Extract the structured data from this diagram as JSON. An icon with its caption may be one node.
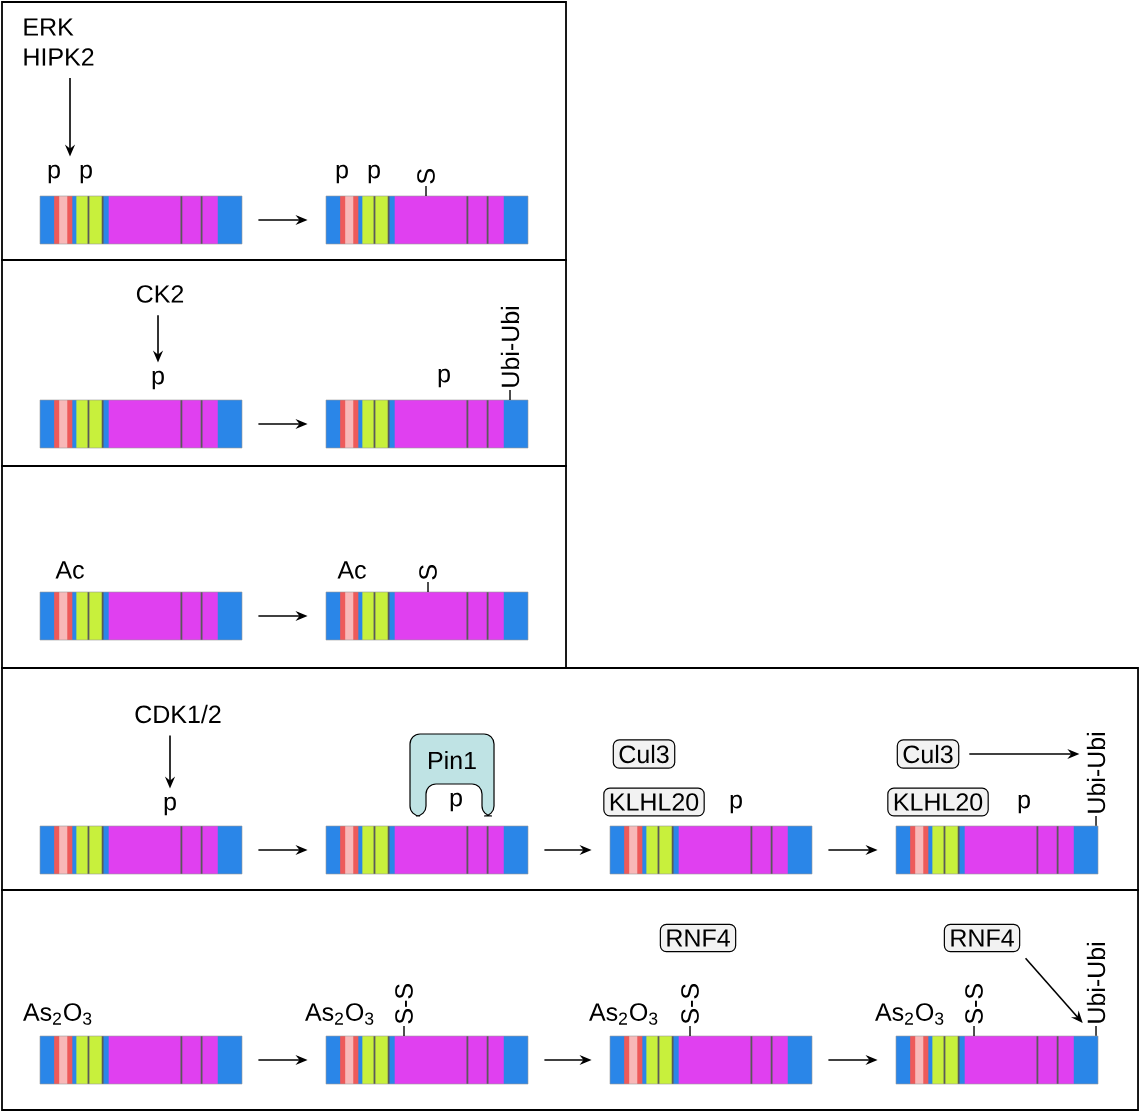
{
  "diagram": {
    "nodes": [
      {
        "text": [],
        "shape": "box"
      },
      {
        "text": [
          "ERK HIPK2"
        ],
        "in": 0
      },
      {
        "text": [
          "p",
          "p"
        ],
        "in": 0
      },
      {
        "text": [],
        "shape": "bar",
        "in": 0
      },
      {
        "text": [],
        "shape": "bar",
        "in": 0,
        "beside": [
          "p",
          "p",
          "S"
        ]
      },
      {
        "text": [],
        "shape": "box"
      },
      {
        "text": [
          "CK2"
        ],
        "in": 5
      },
      {
        "text": [
          "p"
        ],
        "in": 5
      },
      {
        "text": [],
        "shape": "bar",
        "in": 5
      },
      {
        "text": [],
        "shape": "bar",
        "in": 5,
        "beside": [
          "p",
          "Ubi-Ubi"
        ]
      },
      {
        "text": [],
        "shape": "box"
      },
      {
        "text": [],
        "shape": "bar",
        "in": 10,
        "beside": [
          "Ac"
        ]
      },
      {
        "text": [],
        "shape": "bar",
        "in": 10,
        "beside": [
          "Ac",
          "S"
        ]
      },
      {
        "text": [],
        "shape": "box"
      },
      {
        "text": [
          "CDK1/2"
        ],
        "in": 13
      },
      {
        "text": [
          "p"
        ],
        "in": 13
      },
      {
        "text": [],
        "shape": "bar",
        "in": 13
      },
      {
        "text": [
          "Pin1",
          "p"
        ],
        "in": 13
      },
      {
        "text": [],
        "shape": "bar",
        "in": 13
      },
      {
        "text": [
          "Cul3"
        ],
        "in": 13
      },
      {
        "text": [
          "KLHL20"
        ],
        "in": 13
      },
      {
        "text": [],
        "shape": "bar",
        "in": 13,
        "beside": [
          "p"
        ]
      },
      {
        "text": [
          "Cul3"
        ],
        "in": 13
      },
      {
        "text": [
          "KLHL20"
        ],
        "in": 13
      },
      {
        "text": [
          "Ubi-Ubi"
        ],
        "in": 13
      },
      {
        "text": [],
        "shape": "bar",
        "in": 13,
        "beside": [
          "p"
        ]
      },
      {
        "text": [],
        "shape": "box"
      },
      {
        "text": [],
        "shape": "bar",
        "in": 26,
        "beside": [
          "As$_{2}$O$_{3}$"
        ]
      },
      {
        "text": [],
        "shape": "bar",
        "in": 26,
        "beside": [
          "As$_{2}$O$_{3}$",
          "S-S"
        ]
      },
      {
        "text": [
          "RNF4"
        ],
        "in": 26
      },
      {
        "text": [],
        "shape": "bar",
        "in": 26,
        "beside": [
          "As$_{2}$O$_{3}$",
          "S-S"
        ]
      },
      {
        "text": [
          "RNF4"
        ],
        "in": 26
      },
      {
        "text": [
          "Ubi-Ubi"
        ],
        "in": 26
      },
      {
        "text": [],
        "shape": "bar",
        "in": 26,
        "beside": [
          "As$_{2}$O$_{3}$",
          "S-S"
        ]
      }
    ],
    "edges": [
      {
        "from": 1,
        "to": 2,
        "arrow": "to"
      },
      {
        "from": 3,
        "to": 4,
        "arrow": "to"
      },
      {
        "from": 6,
        "to": 7,
        "arrow": "to"
      },
      {
        "from": 8,
        "to": 9,
        "arrow": "to"
      },
      {
        "from": 11,
        "to": 12,
        "arrow": "to"
      },
      {
        "from": 14,
        "to": 15,
        "arrow": "to"
      },
      {
        "from": 16,
        "to": 18,
        "arrow": "to"
      },
      {
        "from": 18,
        "to": 21,
        "arrow": "to"
      },
      {
        "from": 21,
        "to": 25,
        "arrow": "to"
      },
      {
        "from": 22,
        "to": 24,
        "arrow": "to"
      },
      {
        "from": 27,
        "to": 28,
        "arrow": "to"
      },
      {
        "from": 28,
        "to": 30,
        "arrow": "to"
      },
      {
        "from": 30,
        "to": 33,
        "arrow": "to"
      },
      {
        "from": 31,
        "to": 32,
        "arrow": "to"
      }
    ]
  }
}
